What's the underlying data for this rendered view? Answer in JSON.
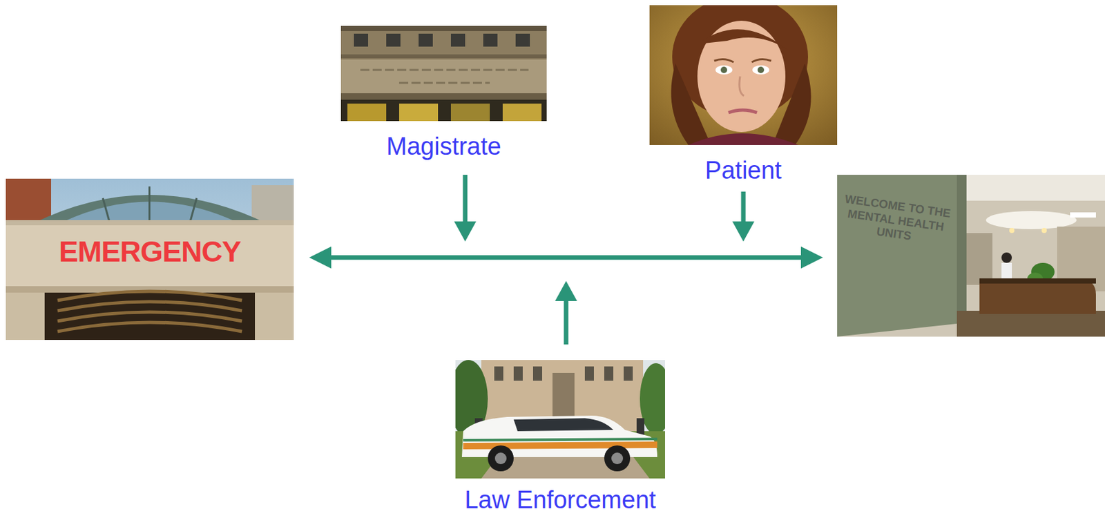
{
  "diagram": {
    "nodes": [
      {
        "text": [
          "EMERGENCY"
        ]
      },
      {
        "text": [
          "Magistrate"
        ]
      },
      {
        "text": [
          "Patient"
        ]
      },
      {
        "text": [
          "WELCOME TO THE MENTAL HEALTH UNITS"
        ]
      },
      {
        "text": [
          "Law Enforcement"
        ]
      }
    ],
    "edges": [
      {
        "from": 0,
        "to": 3,
        "arrow": "both"
      }
    ]
  }
}
